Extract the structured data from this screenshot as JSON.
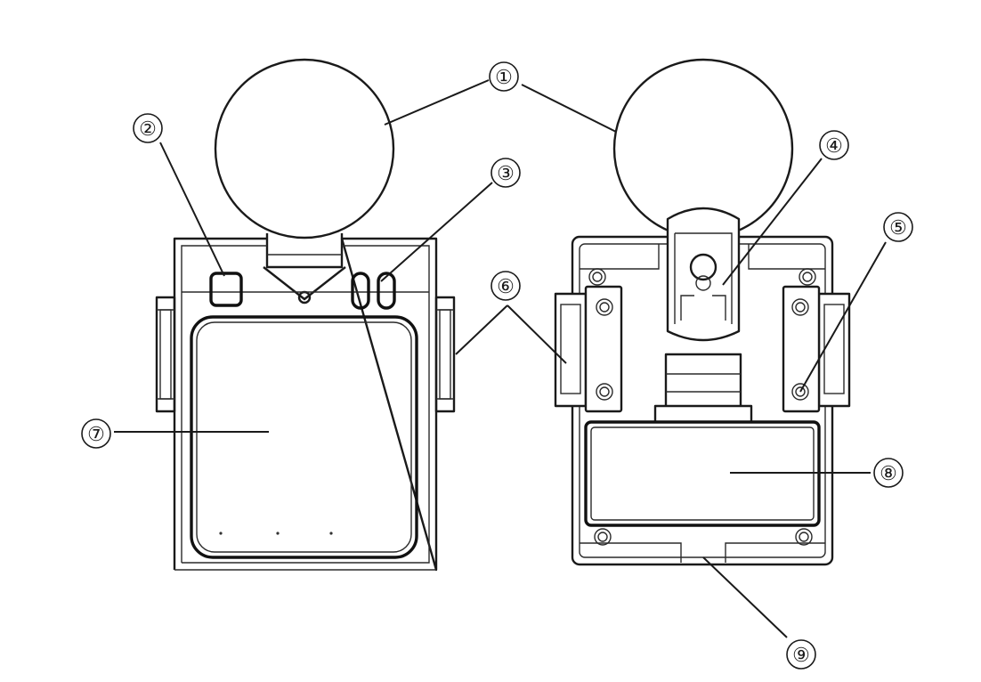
{
  "callouts": [
    {
      "id": "c1",
      "label": "①"
    },
    {
      "id": "c2",
      "label": "②"
    },
    {
      "id": "c3",
      "label": "③"
    },
    {
      "id": "c4",
      "label": "④"
    },
    {
      "id": "c5",
      "label": "⑤"
    },
    {
      "id": "c6",
      "label": "⑥"
    },
    {
      "id": "c7",
      "label": "⑦"
    },
    {
      "id": "c8",
      "label": "⑧"
    },
    {
      "id": "c9",
      "label": "⑨"
    }
  ],
  "colors": {
    "line": "#1a1a1a",
    "background": "#ffffff"
  }
}
